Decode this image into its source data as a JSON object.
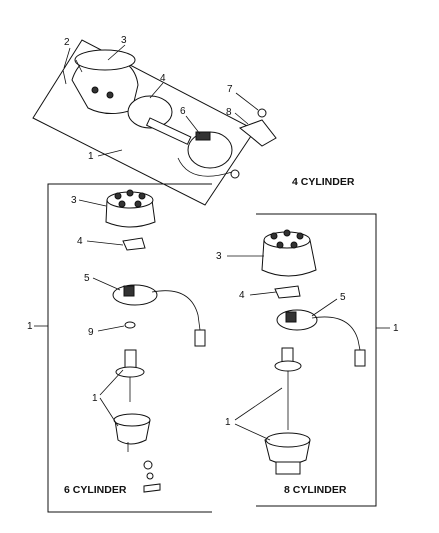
{
  "captions": {
    "four_cyl": "4 CYLINDER",
    "six_cyl": "6 CYLINDER",
    "eight_cyl": "8 CYLINDER"
  },
  "callouts": {
    "top": [
      "2",
      "3",
      "4",
      "6",
      "7",
      "8",
      "1"
    ],
    "six": [
      "3",
      "4",
      "5",
      "9",
      "1",
      "1"
    ],
    "eight": [
      "3",
      "4",
      "5",
      "1",
      "1"
    ]
  }
}
